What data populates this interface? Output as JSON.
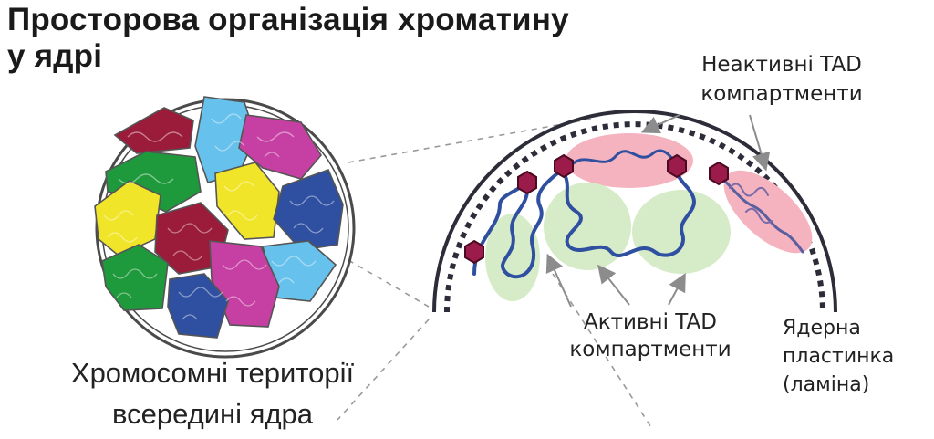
{
  "title": {
    "line1": "Просторова організація хроматину",
    "line2": "у ядрі"
  },
  "labels": {
    "inactive_line1": "Неактивні TAD",
    "inactive_line2": "компартменти",
    "active_line1": "Активні TAD",
    "active_line2": "компартменти",
    "lamina_line1": "Ядерна",
    "lamina_line2": "пластинка",
    "lamina_line3": "(ламіна)",
    "territories_line1": "Хромосомні території",
    "territories_line2": "всередині ядра"
  },
  "colors": {
    "blue": "#2f4fa0",
    "red": "#9b1b3a",
    "green": "#1e9a3c",
    "yellow": "#f1e52a",
    "cyan": "#66c2ec",
    "magenta": "#c540a2",
    "pink_fill": "#f4b3bf",
    "green_fill": "#d6ebc7",
    "anchor": "#9b1b4a",
    "outline": "#2d2d3a"
  }
}
